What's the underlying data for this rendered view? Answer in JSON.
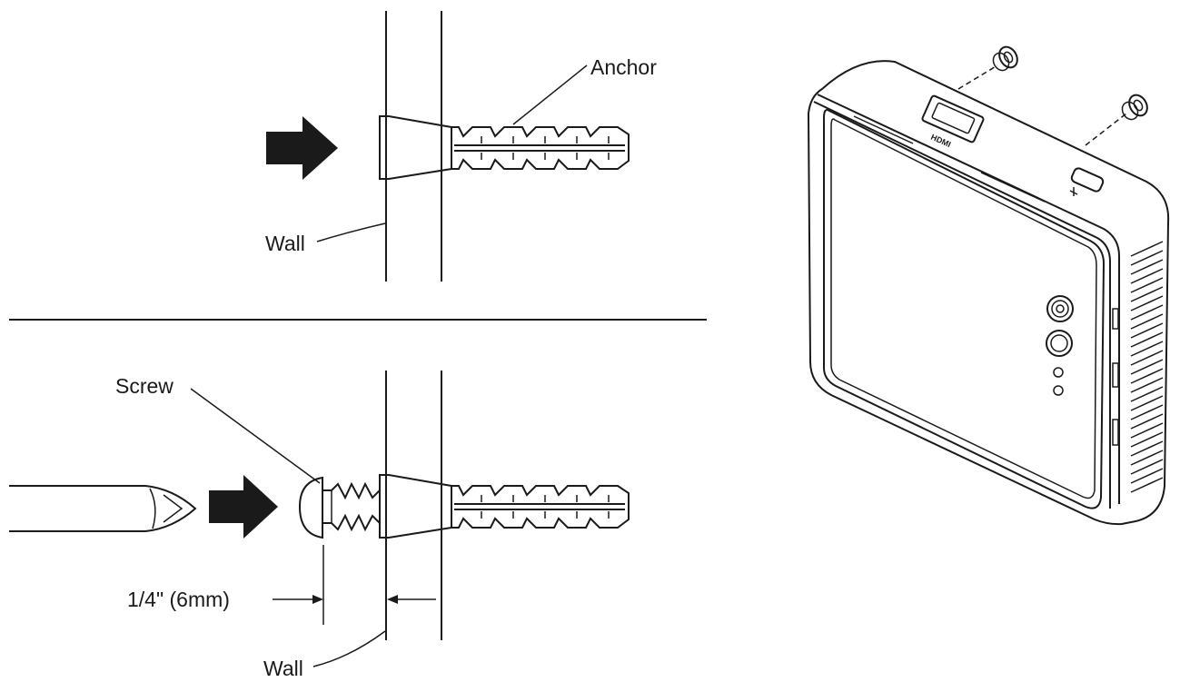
{
  "labels": {
    "anchor": "Anchor",
    "wall_top": "Wall",
    "screw": "Screw",
    "depth": "1/4\" (6mm)",
    "wall_bottom": "Wall"
  },
  "device_markings": {
    "hdmi_port": "HDMI"
  },
  "colors": {
    "ink": "#1a1a1a",
    "background": "#ffffff"
  }
}
